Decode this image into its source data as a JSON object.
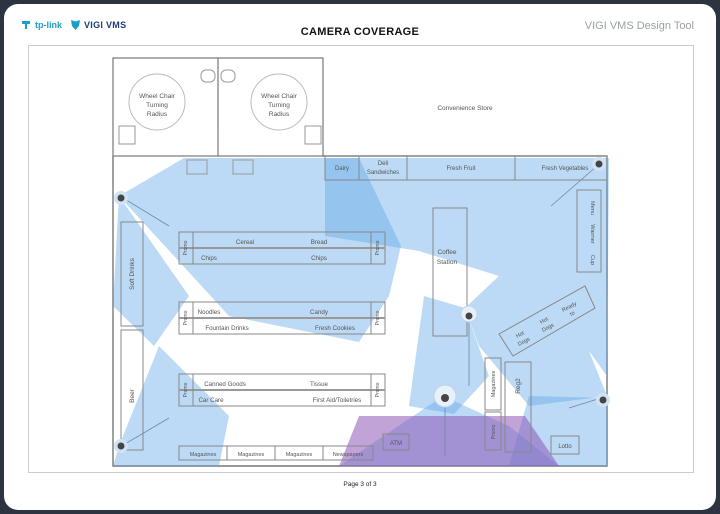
{
  "header": {
    "brand_tplink": "tp-link",
    "brand_vigi": "VIGI VMS",
    "title": "CAMERA COVERAGE",
    "tool_name": "VIGI VMS Design Tool"
  },
  "plan": {
    "restroom_labels": [
      "Wheel Chair",
      "Turning",
      "Radius"
    ],
    "store_name": "Convenience Store",
    "top_labels": [
      "Dairy",
      "Deli",
      "Sandwiches",
      "Fresh Fruit",
      "Fresh Vegetables"
    ],
    "right_labels": [
      "Menu",
      "Warmer",
      "Cup"
    ],
    "aisle1": {
      "left": "Cereal",
      "left2": "Chips",
      "right": "Bread",
      "right2": "Chips",
      "promo": "Promo"
    },
    "aisle2": {
      "left": "Noodles",
      "left2": "Fountain Drinks",
      "right": "Candy",
      "right2": "Fresh Cookies",
      "promo": "Promo"
    },
    "aisle3": {
      "left": "Canned Goods",
      "left2": "Car Care",
      "right": "Tissue",
      "right2": "First Aid/Toiletries",
      "promo": "Promo"
    },
    "left_labels": [
      "Soft Drinks",
      "Beer"
    ],
    "coffee": [
      "Coffee",
      "Station"
    ],
    "hotdogs": [
      "Hot",
      "Dogs",
      "Hot",
      "Dogs",
      "Ready",
      "to"
    ],
    "mid_labels": [
      "Magazines",
      "Reg2",
      "Promo",
      "ATM",
      "Lotto"
    ],
    "bottom_labels": [
      "Magazines",
      "Magazines",
      "Magazines",
      "Newspapers"
    ]
  },
  "footer": {
    "page": "Page 3 of 3"
  }
}
